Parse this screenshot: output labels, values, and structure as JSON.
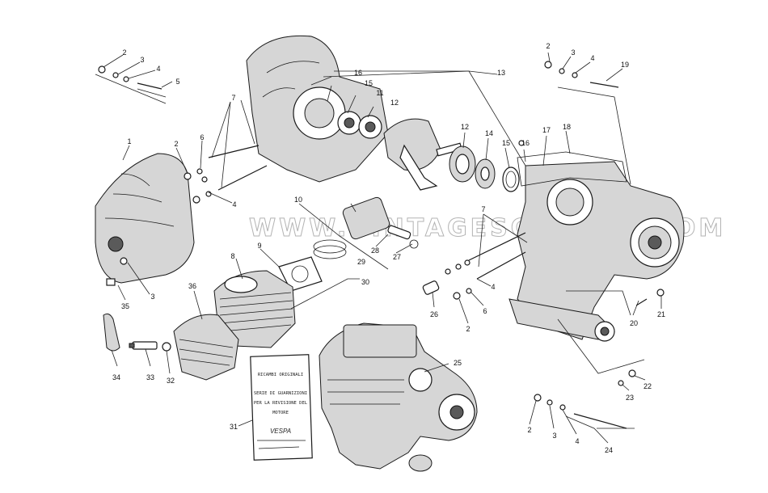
{
  "watermark": "WWW.VINTAGESCOOTER.COM",
  "callouts": {
    "n1": "1",
    "n2a": "2",
    "n2b": "2",
    "n2c": "2",
    "n2d": "2",
    "n2e": "2",
    "n3a": "3",
    "n3b": "3",
    "n3c": "3",
    "n3d": "3",
    "n4a": "4",
    "n4b": "4",
    "n4c": "4",
    "n4d": "4",
    "n4e": "4",
    "n5": "5",
    "n6a": "6",
    "n6b": "6",
    "n7a": "7",
    "n7b": "7",
    "n8": "8",
    "n9": "9",
    "n10": "10",
    "n11": "11",
    "n12a": "12",
    "n12b": "12",
    "n13": "13",
    "n14": "14",
    "n15a": "15",
    "n15b": "15",
    "n16a": "16",
    "n16b": "16",
    "n17": "17",
    "n18": "18",
    "n19": "19",
    "n20": "20",
    "n21": "21",
    "n22": "22",
    "n23": "23",
    "n24": "24",
    "n25": "25",
    "n26": "26",
    "n27": "27",
    "n28": "28",
    "n29": "29",
    "n30": "30",
    "n31": "31",
    "n32": "32",
    "n33": "33",
    "n34": "34",
    "n35": "35",
    "n36": "36"
  },
  "gasket_package": {
    "header": "RICAMBI ORIGINALI",
    "line1": "SERIE DI GUARNIZIONI",
    "line2": "PER LA REVISIONE DEL",
    "line3": "MOTORE",
    "brand": "VESPA"
  }
}
